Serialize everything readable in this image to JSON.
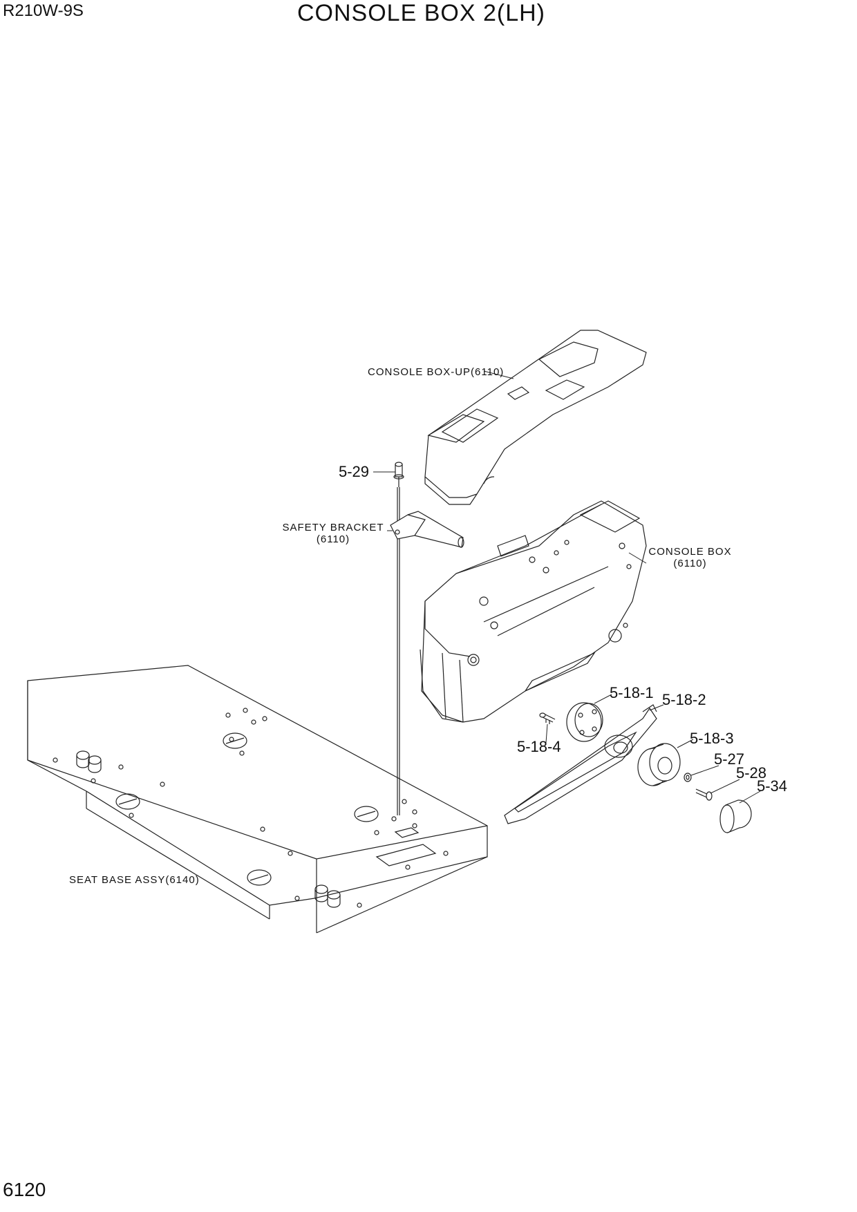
{
  "header": {
    "model": "R210W-9S",
    "title": "CONSOLE BOX 2(LH)"
  },
  "footer": {
    "page_number": "6120"
  },
  "diagram": {
    "reference_labels": {
      "console_box_up": "CONSOLE BOX-UP(6110)",
      "safety_bracket_line1": "SAFETY BRACKET",
      "safety_bracket_line2": "(6110)",
      "console_box_line1": "CONSOLE BOX",
      "console_box_line2": "(6110)",
      "seat_base": "SEAT BASE ASSY(6140)"
    },
    "part_callouts": {
      "p5_29": "5-29",
      "p5_18_1": "5-18-1",
      "p5_18_2": "5-18-2",
      "p5_18_3": "5-18-3",
      "p5_18_4": "5-18-4",
      "p5_27": "5-27",
      "p5_28": "5-28",
      "p5_34": "5-34"
    }
  }
}
